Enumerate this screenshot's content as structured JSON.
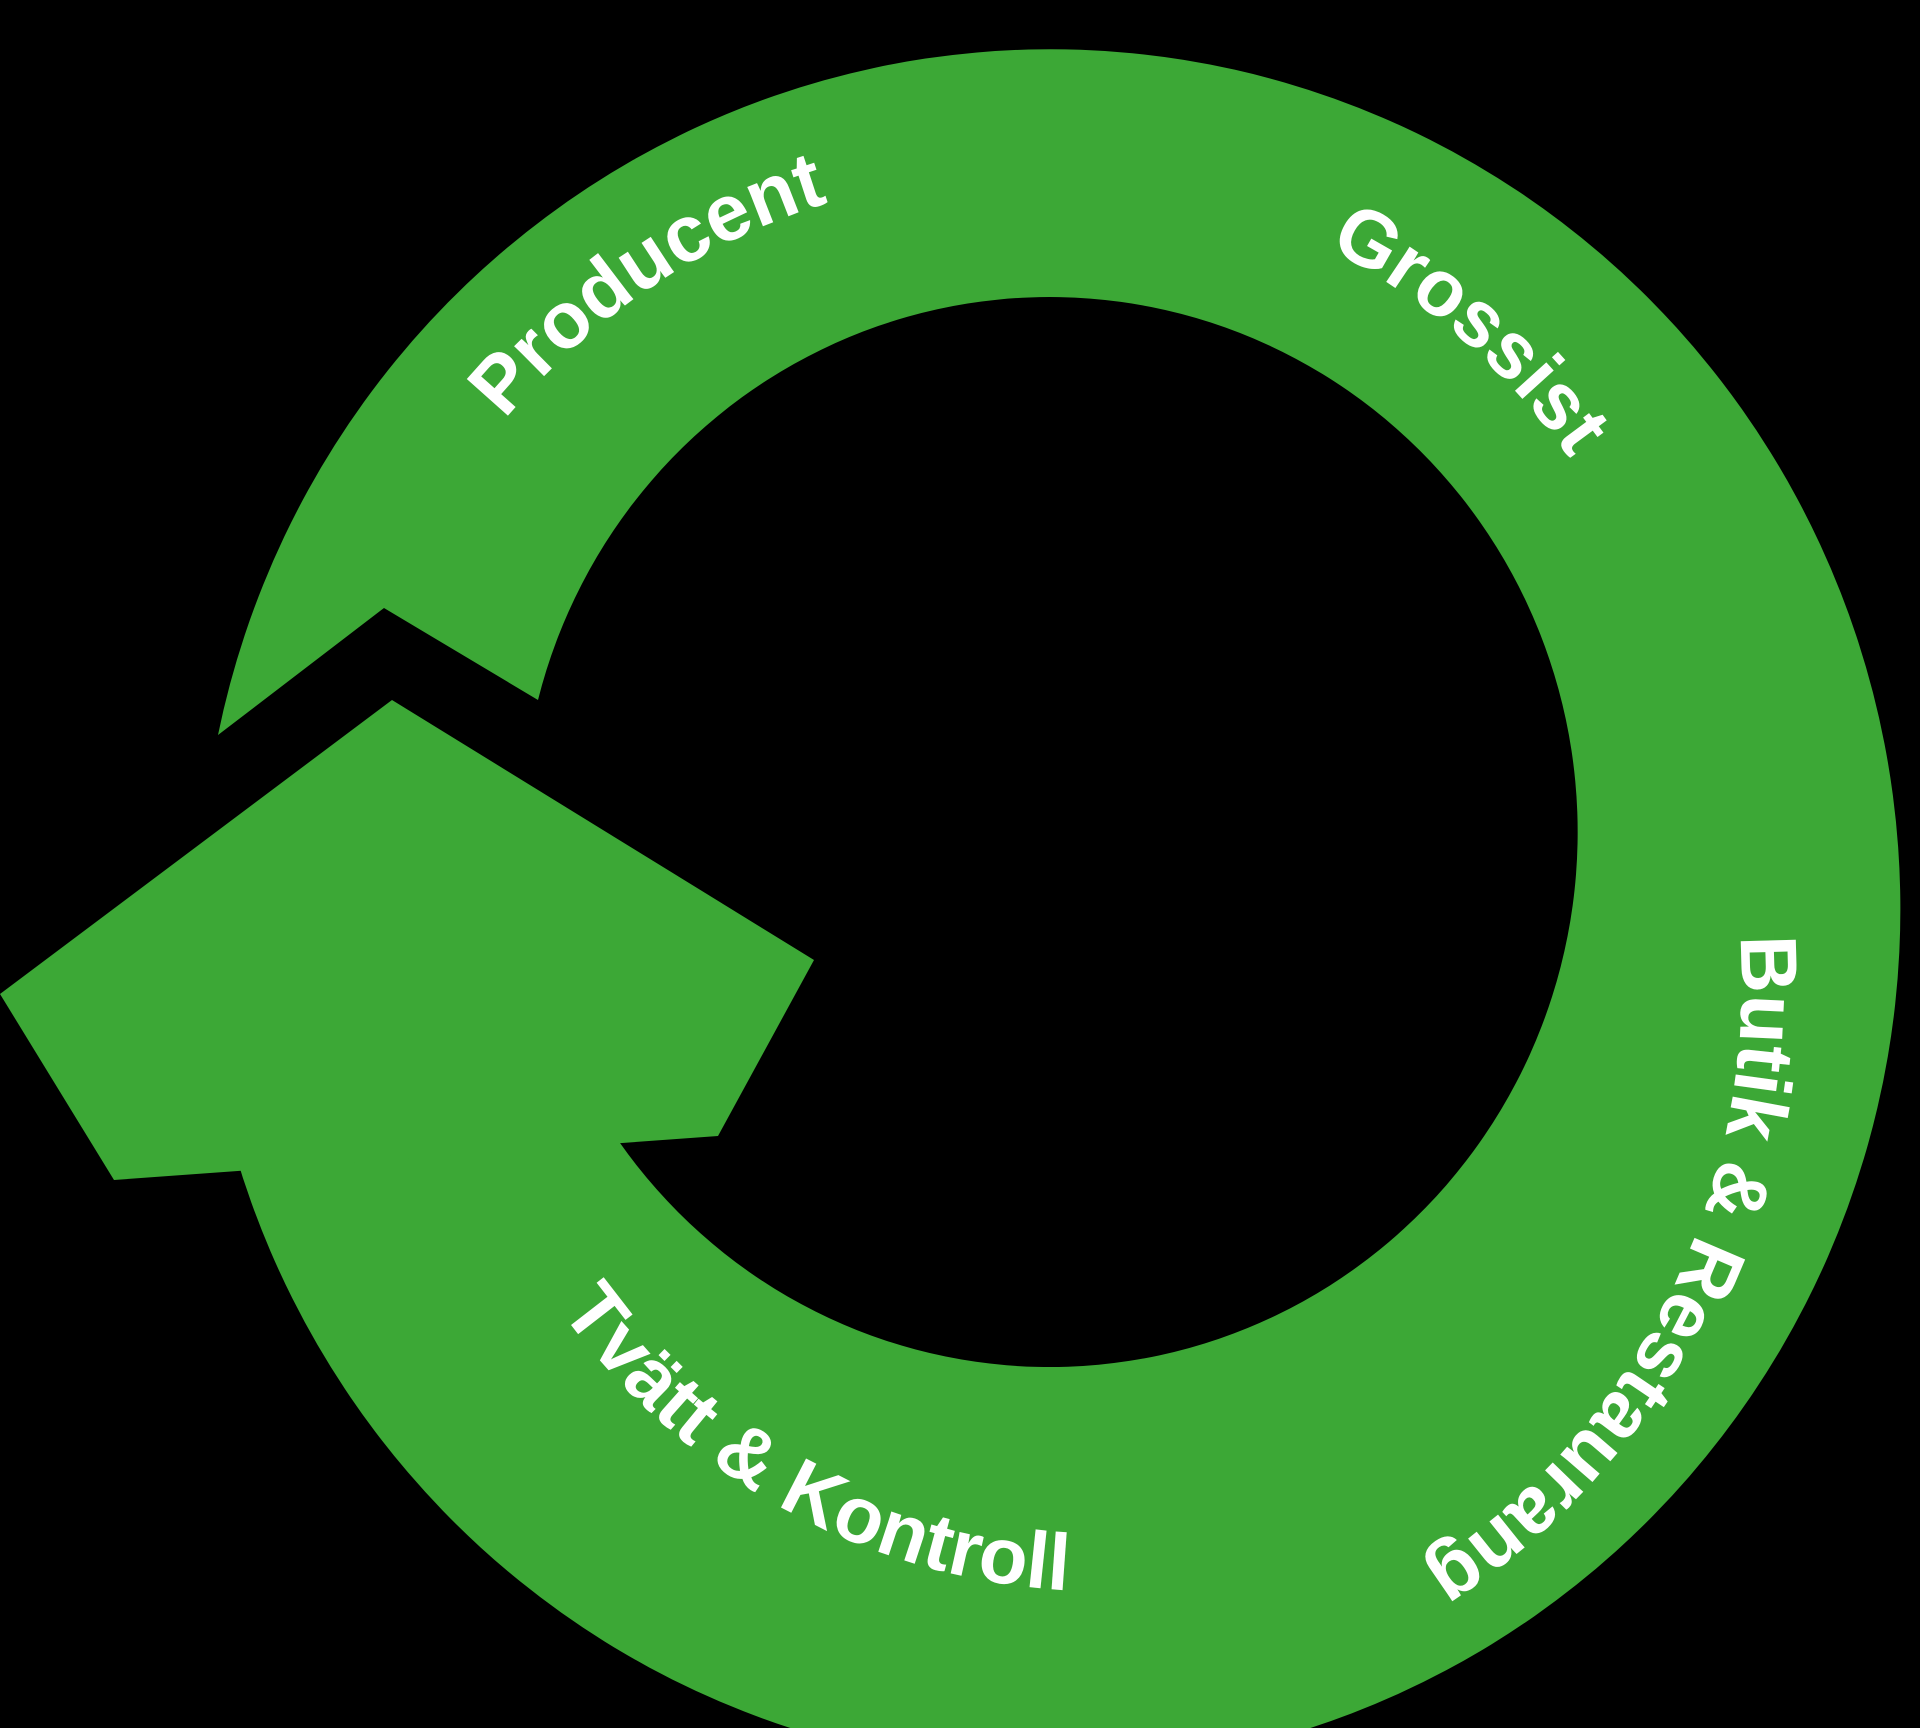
{
  "colors": {
    "background": "#000000",
    "ring": "#3ca836",
    "label": "#ffffff"
  },
  "stages": [
    {
      "id": "producent",
      "label": "Producent"
    },
    {
      "id": "grossist",
      "label": "Grossist"
    },
    {
      "id": "butik-restaurang",
      "label": "Butik & Restaurang"
    },
    {
      "id": "tvatt-kontroll",
      "label": "Tvätt & Kontroll"
    }
  ],
  "flow_direction": "clockwise"
}
